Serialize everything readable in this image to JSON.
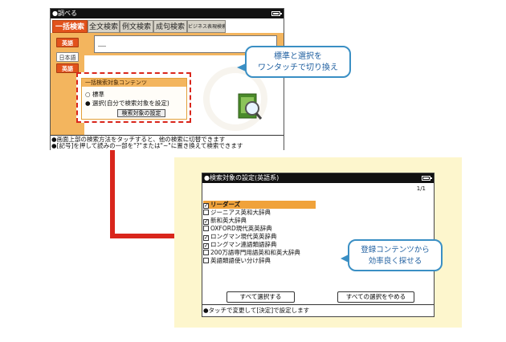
{
  "screen1": {
    "title": "●調べる",
    "tabs": [
      "一括検索",
      "全文検索",
      "例文検索",
      "成句検索",
      "ビジネス表現検索"
    ],
    "side_buttons": [
      "英語",
      "日本語",
      "英語"
    ],
    "search_value": "＿",
    "panel": {
      "header": "一括検索対象コンテンツ",
      "option_standard": "○ 標準",
      "option_select": "● 選択(自分で検索対象を設定)",
      "settings_button": "検索対象の設定"
    },
    "messages": [
      "●画面上部の検索方法をタッチすると、他の検索に切替できます",
      "●[記号]を押して読みの一部を\"?\"または\"~\"に置き換えて検索できます"
    ]
  },
  "callout1": [
    "標準と選択を",
    "ワンタッチで切り換え"
  ],
  "screen2": {
    "title": "●検索対象の設定(英語系)",
    "page": "1/1",
    "items": [
      {
        "label": "リーダーズ",
        "checked": true,
        "selected": true
      },
      {
        "label": "ジーニアス英和大辞典",
        "checked": false,
        "selected": false
      },
      {
        "label": "新和英大辞典",
        "checked": true,
        "selected": false
      },
      {
        "label": "OXFORD現代英英辞典",
        "checked": false,
        "selected": false
      },
      {
        "label": "ロングマン現代英英辞典",
        "checked": true,
        "selected": false
      },
      {
        "label": "ロングマン連語類語辞典",
        "checked": true,
        "selected": false
      },
      {
        "label": "200万語専門用語英和和英大辞典",
        "checked": false,
        "selected": false
      },
      {
        "label": "英語類語使い分け辞典",
        "checked": false,
        "selected": false
      }
    ],
    "select_all_button": "すべて選択する",
    "deselect_all_button": "すべての選択をやめる",
    "footer": "●タッチで変更して[決定]で設定します"
  },
  "callout2": [
    "登録コンテンツから",
    "効率良く探せる"
  ],
  "colors": {
    "accent": "#e2521c",
    "orange": "#f3b55e",
    "arrow": "#d9261c",
    "callout": "#3a8fc4",
    "panel_bg": "#fdf6cd"
  }
}
